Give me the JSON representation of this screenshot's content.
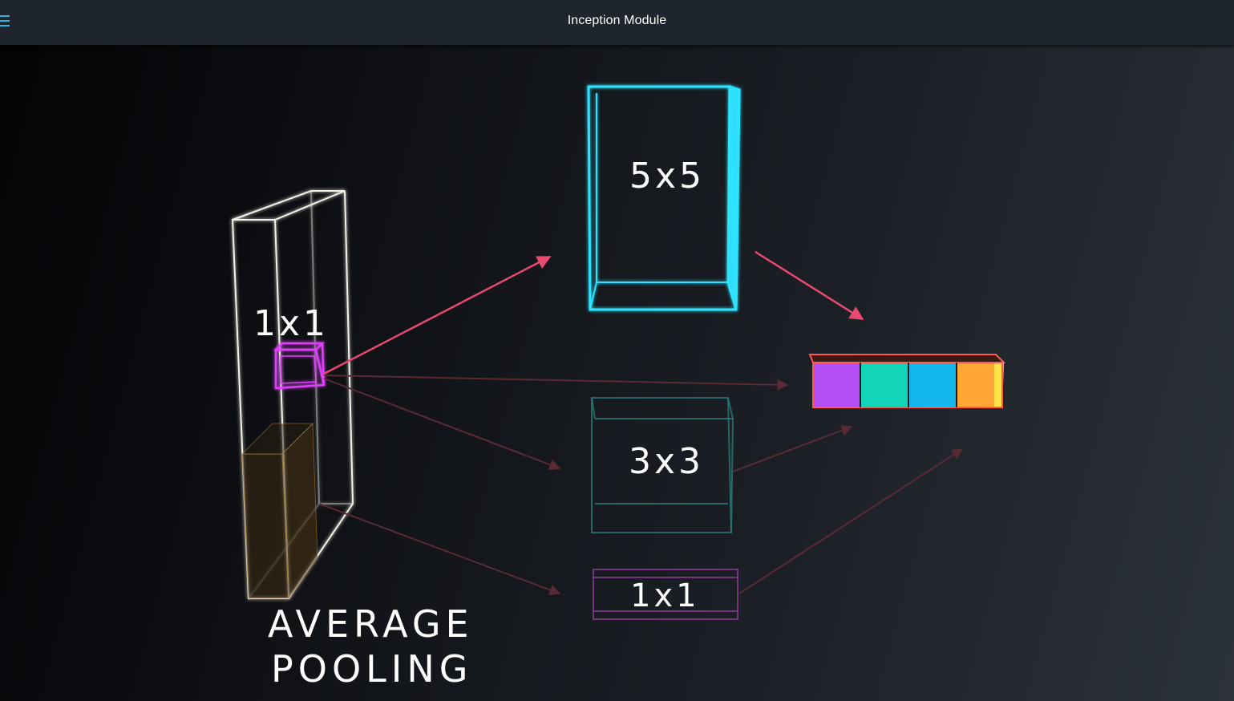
{
  "header": {
    "title": "Inception Module",
    "menu_icon": "hamburger-menu-icon",
    "accent_color": "#2ab5e3"
  },
  "video": {
    "labels": {
      "input_1x1": "1x1",
      "conv_5x5": "5x5",
      "conv_3x3": "3x3",
      "conv_1x1": "1x1",
      "pooling_line1": "AVERAGE",
      "pooling_line2": "POOLING"
    },
    "colors": {
      "conv_5x5": "#2ee3ff",
      "conv_3x3": "#2a7a78",
      "conv_1x1": "#7a3a8a",
      "input_block": "#f4f1e8",
      "kernel_1x1": "#e040fb",
      "arrow": "#e84a6f",
      "output_border": "#ff5a4a",
      "output_segments": [
        "#b44ff5",
        "#12d4b8",
        "#14b8ec",
        "#ffa634"
      ]
    }
  }
}
